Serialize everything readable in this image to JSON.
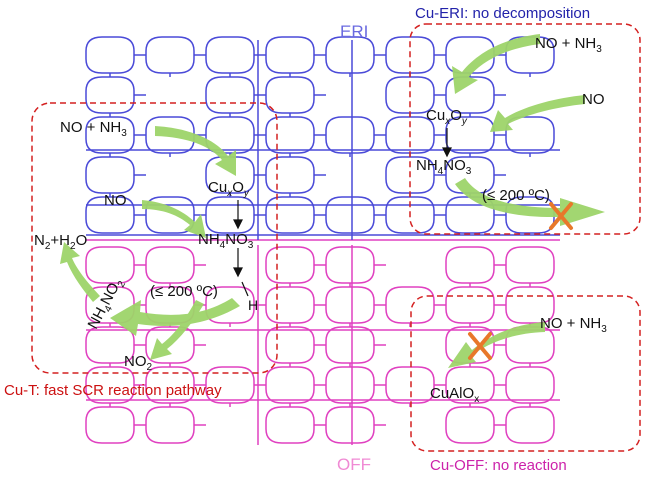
{
  "framework": {
    "top_label": "ERI",
    "bottom_label": "OFF",
    "eri_color": "#4a4ad8",
    "off_color": "#e040c0"
  },
  "colors": {
    "box_border": "#d42020",
    "arrow": "#9ed46a",
    "cross": "#e8782a",
    "callout_blue": "#2222aa",
    "callout_red": "#cc1111",
    "callout_magenta": "#cc22aa",
    "text": "#111111"
  },
  "cu_eri": {
    "title": "Cu-ERI: no decomposition",
    "reactant_1": "NO + NH",
    "reactant_1_sub": "3",
    "reactant_2": "NO",
    "site_main": "Cu",
    "site_sub_x": "x",
    "site_o": "O",
    "site_sub_y": "y",
    "product_main": "NH",
    "product_sub_4": "4",
    "product_no": "NO",
    "product_sub_3": "3",
    "temp": "(≤ 200 ºC)"
  },
  "cu_t": {
    "title": "Cu-T: fast SCR reaction pathway",
    "reactant_1": "NO + NH",
    "reactant_1_sub": "3",
    "reactant_2": "NO",
    "site_main": "Cu",
    "site_sub_x": "x",
    "site_o": "O",
    "site_sub_y": "y",
    "intermediate_main": "NH",
    "intermediate_sub_4": "4",
    "intermediate_no": "NO",
    "intermediate_sub_3": "3",
    "h_label": "H",
    "temp": "(≤ 200 ºC)",
    "nh4no2_main": "NH",
    "nh4no2_sub_4": "4",
    "nh4no2_no": "NO",
    "nh4no2_sub_2": "2",
    "products_n": "N",
    "products_sub_2": "2",
    "products_h2o": "+H",
    "products_sub_2b": "2",
    "products_o": "O",
    "no2_main": "NO",
    "no2_sub": "2"
  },
  "cu_off": {
    "title": "Cu-OFF: no reaction",
    "reactant_1": "NO + NH",
    "reactant_1_sub": "3",
    "site_main": "CuAlO",
    "site_sub_x": "x"
  }
}
